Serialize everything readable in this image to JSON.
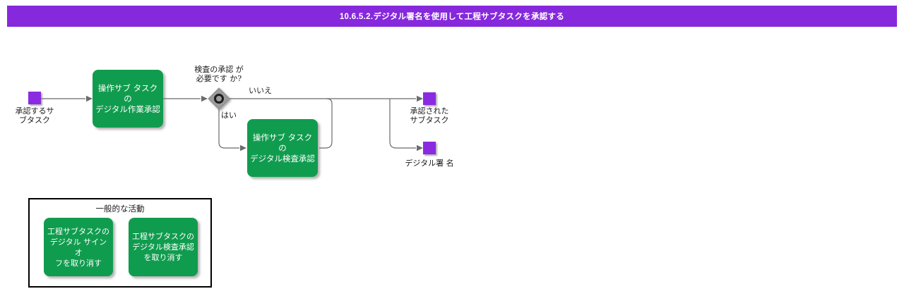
{
  "header": {
    "title": "10.6.5.2.デジタル署名を使用して工程サブタスクを承認する"
  },
  "colors": {
    "header_bar": "#8628DC",
    "event_square": "#8A2BE2",
    "activity_green": "#109C4E",
    "connector_gray": "#6B6B6B",
    "gateway_gray": "#9B9B9B"
  },
  "flow": {
    "start_event": {
      "label": "承認するサ\nブタスク"
    },
    "activity_work_approval": {
      "label": "操作サブ タスクの\nデジタル作業承認"
    },
    "decision": {
      "question": "検査の承認 が\n必要です か?",
      "no_label": "いいえ",
      "yes_label": "はい"
    },
    "activity_inspection_approval": {
      "label": "操作サブ タスクの\nデジタル検査承認"
    },
    "end_event_subtask": {
      "label": "承認された\nサブタスク"
    },
    "end_event_signature": {
      "label": "デジタル署 名"
    }
  },
  "legend": {
    "title": "一般的な活動",
    "items": [
      {
        "label": "工程サブタスクの\nデジタル サインオ\nフを取り消す"
      },
      {
        "label": "工程サブタスクの\nデジタル検査承認\nを取り消す"
      }
    ]
  }
}
